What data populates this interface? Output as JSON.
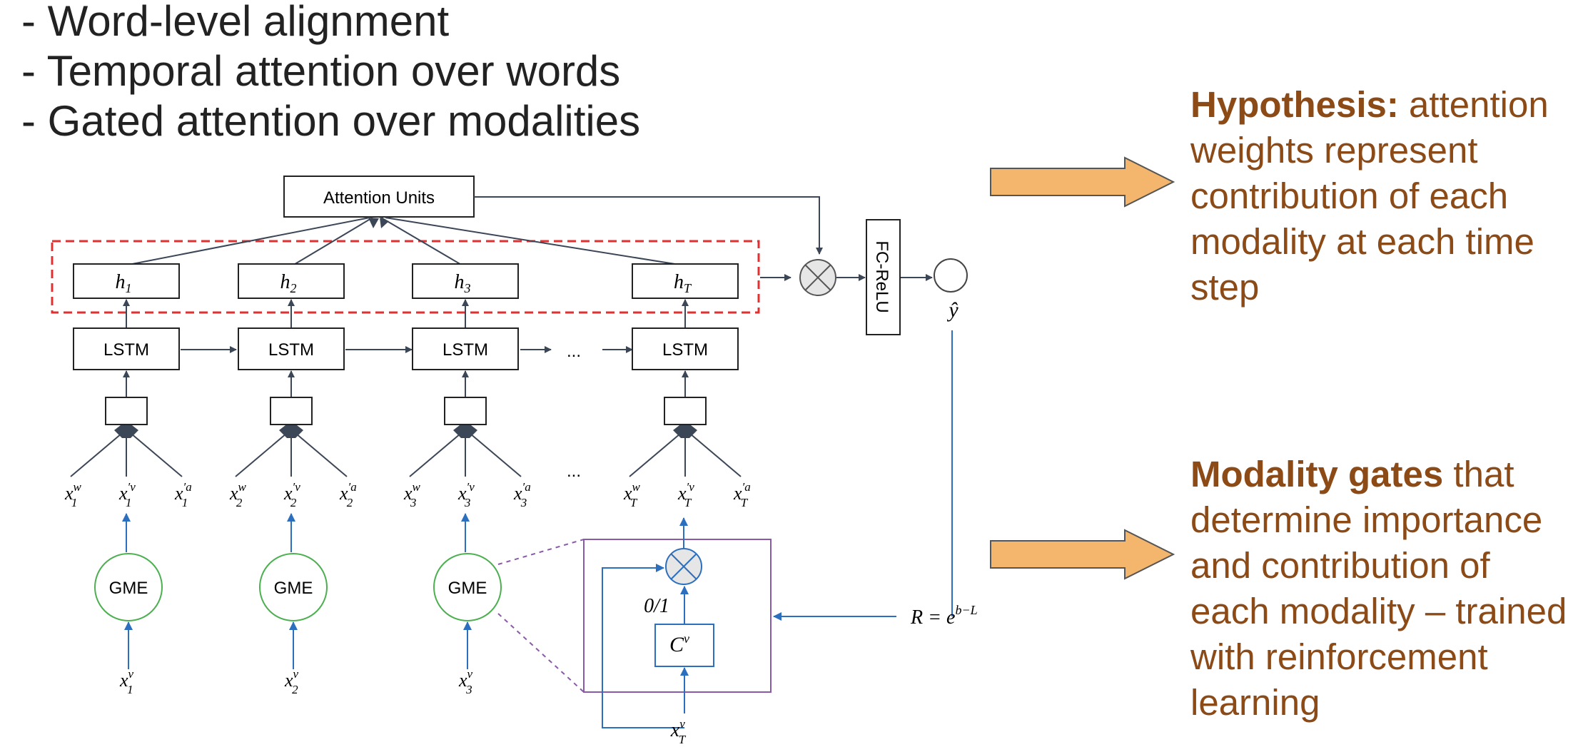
{
  "bullets": [
    "- Word-level alignment",
    "- Temporal attention over words",
    "- Gated attention over modalities"
  ],
  "diagram": {
    "attention_label": "Attention Units",
    "fc_label": "FC-ReLU",
    "lstm_label": "LSTM",
    "gme_label": "GME",
    "ellipsis": "...",
    "gate_label": "0/1",
    "reward_label": "R = e",
    "reward_exp": "b−L",
    "y_hat": "ŷ",
    "columns": [
      {
        "h": "h",
        "h_sub": "1",
        "sub": "1",
        "has_gme": true
      },
      {
        "h": "h",
        "h_sub": "2",
        "sub": "2",
        "has_gme": true
      },
      {
        "h": "h",
        "h_sub": "3",
        "sub": "3",
        "has_gme": true
      },
      {
        "h": "h",
        "h_sub": "T",
        "sub": "T",
        "has_gme": false
      }
    ],
    "x_letter": "x",
    "sup_w": "w",
    "sup_v_prime": "′v",
    "sup_a_prime": "′a",
    "sup_v": "v",
    "c_letter": "C",
    "c_sup": "v"
  },
  "notes": {
    "hypothesis_bold": "Hypothesis:",
    "hypothesis_text": " attention weights represent contribution of each modality at each time step",
    "gates_bold": "Modality gates",
    "gates_text": " that determine importance and contribution of each modality – trained with reinforcement learning"
  },
  "colors": {
    "note_text": "#8c4a17",
    "arrow_fill": "#f4b56c",
    "dashed_red": "#e03030",
    "gme_green": "#4caf50",
    "blue_arrow": "#2d6fbf",
    "purple_box": "#8a5aa8",
    "dark_line": "#3b4656"
  }
}
